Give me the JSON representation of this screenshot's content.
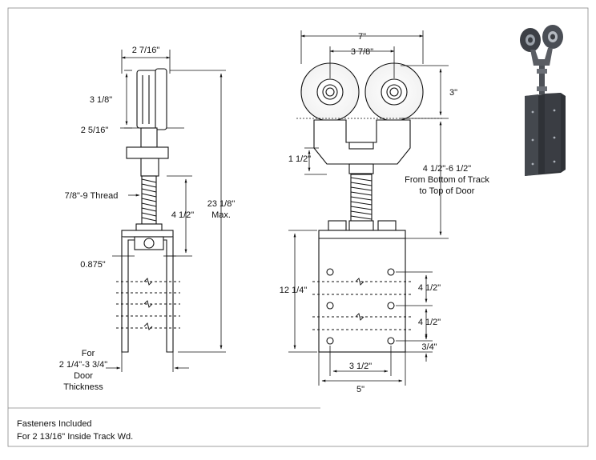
{
  "side_view": {
    "roller_width": "2 7/16\"",
    "wheel_height": "3 1/8\"",
    "wheel_offset": "2 5/16\"",
    "thread": "7/8\"-9 Thread",
    "thread_length": "4 1/2\"",
    "overall_height_value": "23 1/8\"",
    "overall_height_suffix": "Max.",
    "nut_dim": "0.875\"",
    "door_line1": "For",
    "door_line2": "2 1/4\"-3 3/4\"",
    "door_line3": "Door",
    "door_line4": "Thickness"
  },
  "front_view": {
    "overall_width": "7\"",
    "wheel_spacing": "3 7/8\"",
    "wheel_height": "3\"",
    "yoke_height": "1 1/2\"",
    "clearance_line1": "4 1/2\"-6 1/2\"",
    "clearance_line2": "From Bottom of Track",
    "clearance_line3": "to Top of Door",
    "bracket_height": "12 1/4\"",
    "hole_spacing_1": "4 1/2\"",
    "hole_spacing_2": "4 1/2\"",
    "bottom_offset": "3/4\"",
    "hole_width": "3 1/2\"",
    "bracket_width": "5\""
  },
  "notes": {
    "line1": "Fasteners Included",
    "line2": "For 2 13/16\" Inside Track Wd."
  },
  "colors": {
    "line": "#111111",
    "metal": "#ffffff",
    "photo_metal": "#5a5d63"
  }
}
